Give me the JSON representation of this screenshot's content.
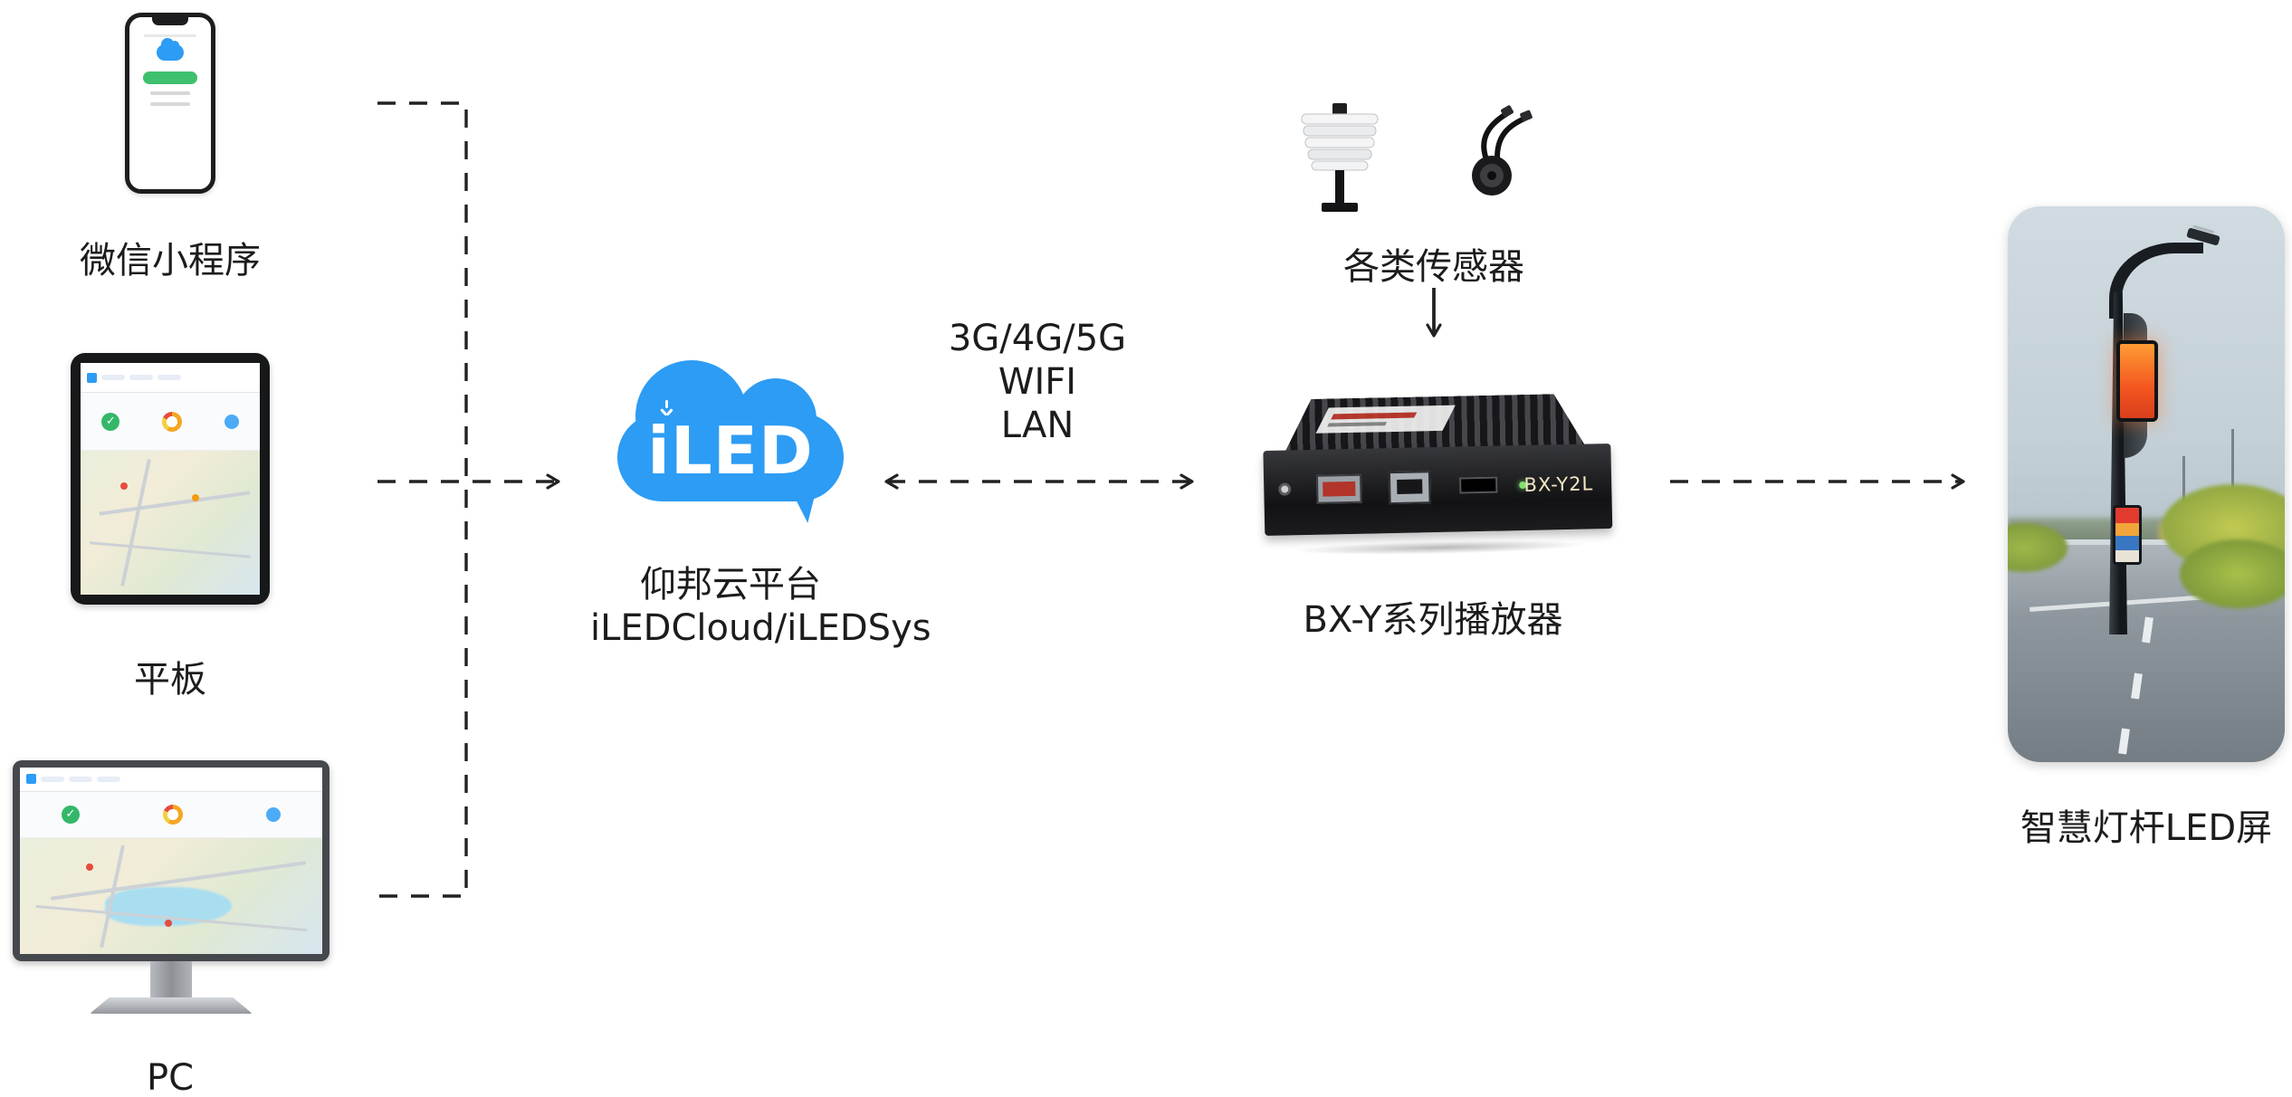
{
  "diagram": {
    "devices": {
      "wechat": {
        "label": "微信小程序"
      },
      "tablet": {
        "label": "平板"
      },
      "pc": {
        "label": "PC"
      }
    },
    "cloud": {
      "logo_text": "iLED",
      "name": "仰邦云平台",
      "platforms": "iLEDCloud/iLEDSys"
    },
    "network": {
      "line1": "3G/4G/5G",
      "line2": "WIFI",
      "line3": "LAN"
    },
    "sensors": {
      "label": "各类传感器"
    },
    "player": {
      "label": "BX-Y系列播放器",
      "model": "BX-Y2L"
    },
    "pole": {
      "label": "智慧灯杆LED屏"
    },
    "colors": {
      "cloud_blue": "#2D9CF4",
      "connector_color": "#222222"
    }
  }
}
